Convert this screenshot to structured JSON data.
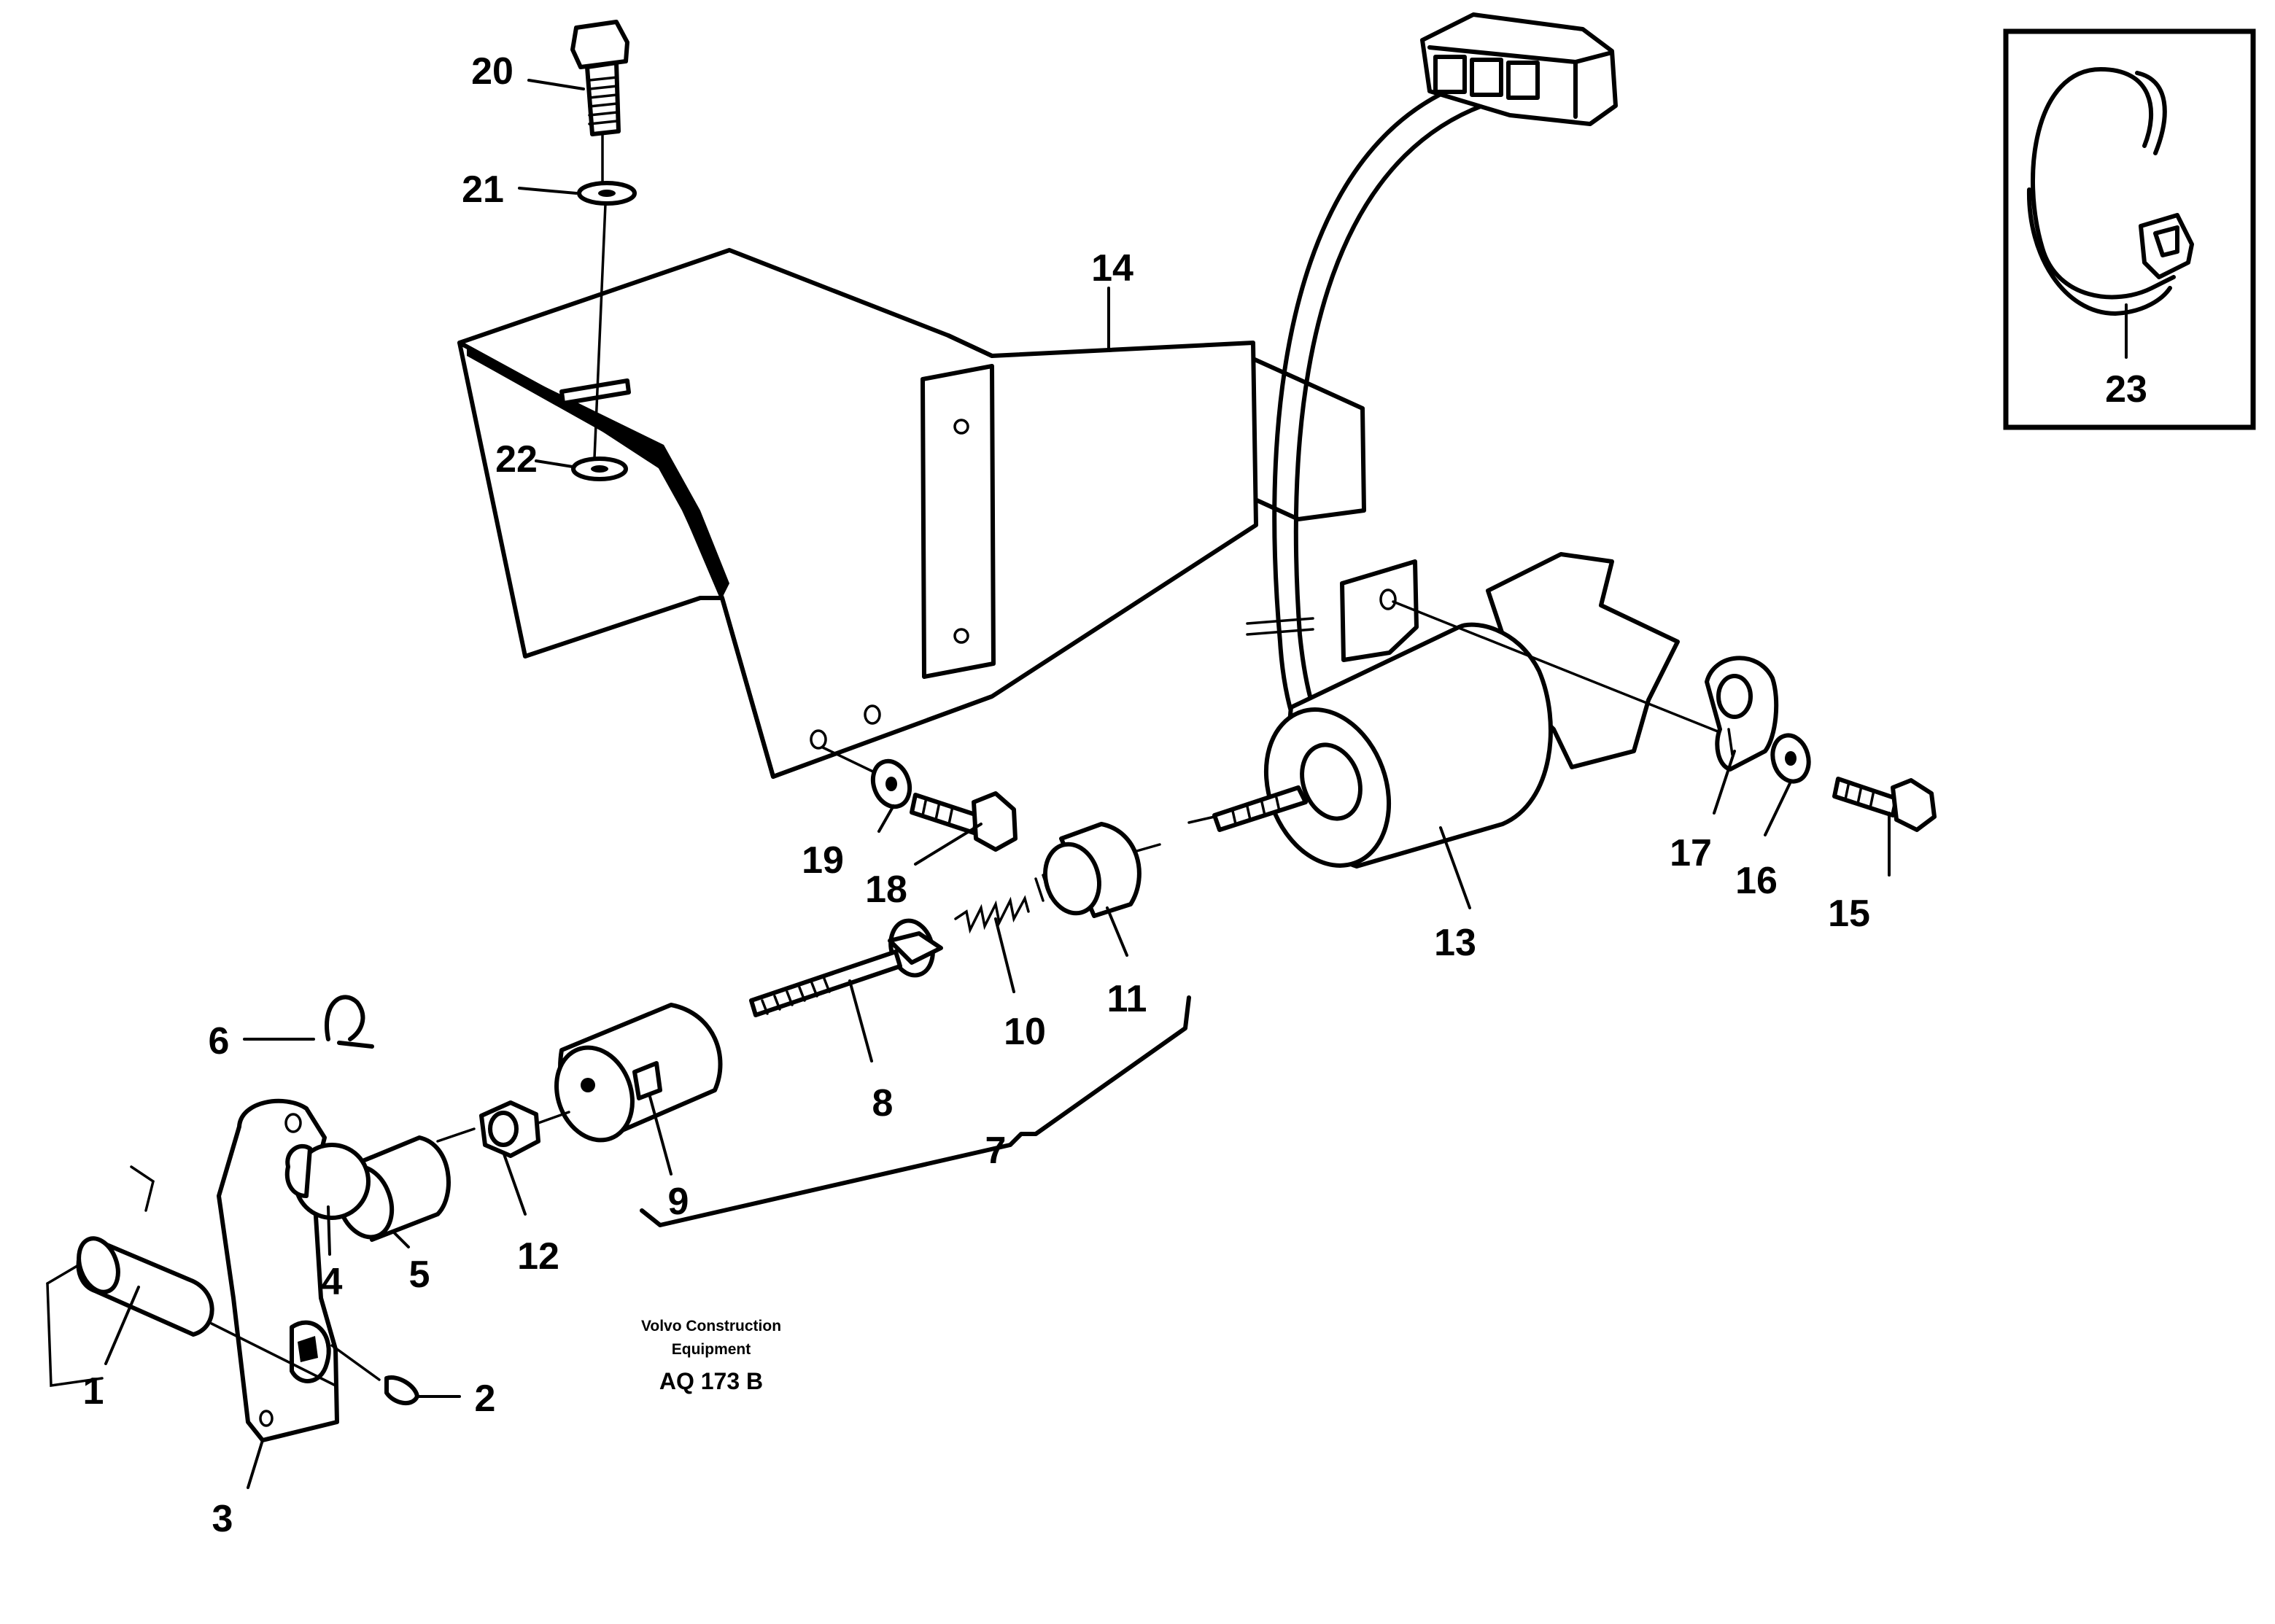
{
  "diagram": {
    "callouts": [
      "1",
      "2",
      "3",
      "4",
      "5",
      "6",
      "7",
      "8",
      "9",
      "10",
      "11",
      "12",
      "13",
      "14",
      "15",
      "16",
      "17",
      "18",
      "19",
      "20",
      "21",
      "22",
      "23"
    ],
    "footer": {
      "line1": "Volvo Construction",
      "line2": "Equipment",
      "code": "AQ 173 B"
    }
  }
}
